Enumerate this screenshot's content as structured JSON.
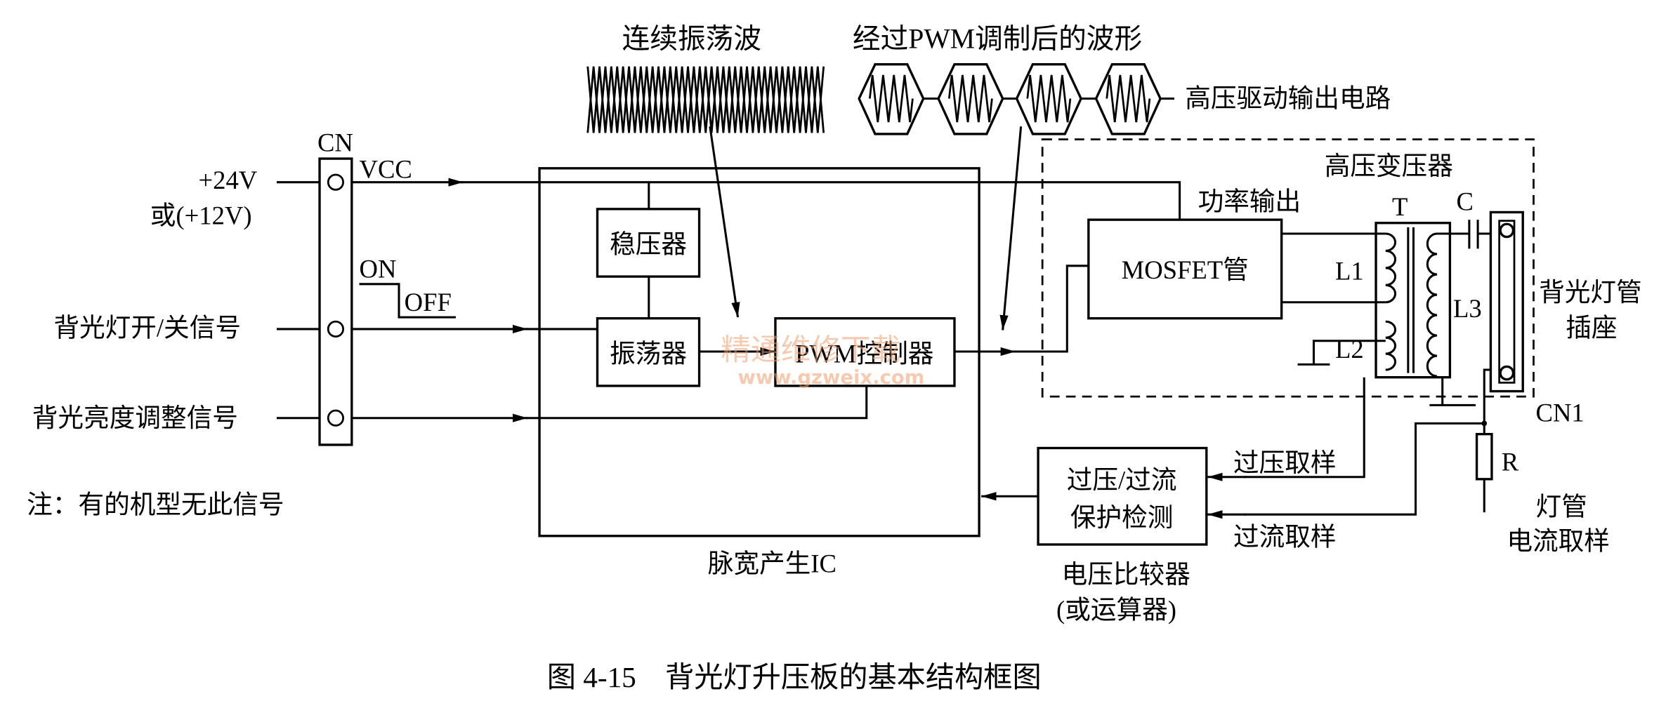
{
  "labels": {
    "continuous_wave": "连续振荡波",
    "pwm_wave": "经过PWM调制后的波形",
    "hv_drive": "高压驱动输出电路",
    "cn": "CN",
    "p24v": "+24V",
    "p12v": "或(+12V)",
    "vcc": "VCC",
    "on": "ON",
    "off": "OFF",
    "onoff_signal": "背光灯开/关信号",
    "brightness_signal": "背光亮度调整信号",
    "note": "注：有的机型无此信号",
    "regulator": "稳压器",
    "oscillator": "振荡器",
    "pwm_controller": "PWM控制器",
    "ic": "脉宽产生IC",
    "hv_transformer": "高压变压器",
    "power_output": "功率输出",
    "mosfet": "MOSFET管",
    "t": "T",
    "c": "C",
    "l1": "L1",
    "l2": "L2",
    "l3": "L3",
    "lamp_socket_1": "背光灯管",
    "lamp_socket_2": "插座",
    "cn1": "CN1",
    "r": "R",
    "lamp_current_1": "灯管",
    "lamp_current_2": "电流取样",
    "ov_sample": "过压取样",
    "oc_sample": "过流取样",
    "protect_1": "过压/过流",
    "protect_2": "保护检测",
    "comparator_1": "电压比较器",
    "comparator_2": "(或运算器)"
  },
  "caption": "图 4-15　背光灯升压板的基本结构框图",
  "watermark": {
    "cn": "精通维修下载",
    "url": "www.gzweix.com"
  },
  "colors": {
    "line": "#000000",
    "watermark": "#f0a070",
    "background": "#ffffff"
  }
}
